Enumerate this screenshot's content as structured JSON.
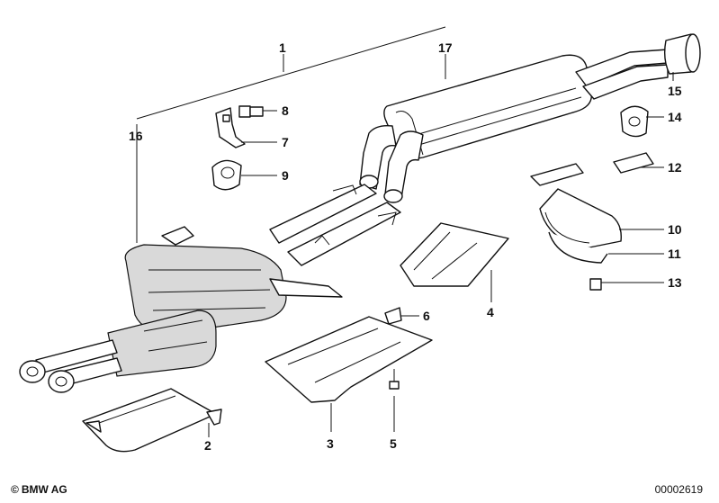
{
  "callouts": {
    "p1": "1",
    "p2": "2",
    "p3": "3",
    "p4": "4",
    "p5": "5",
    "p6": "6",
    "p7": "7",
    "p8": "8",
    "p9": "9",
    "p10": "10",
    "p11": "11",
    "p12": "12",
    "p13": "13",
    "p14": "14",
    "p15": "15",
    "p16": "16",
    "p17": "17"
  },
  "footer": {
    "copyright_symbol": "©",
    "brand": "BMW AG",
    "diagram_number": "00002619"
  }
}
